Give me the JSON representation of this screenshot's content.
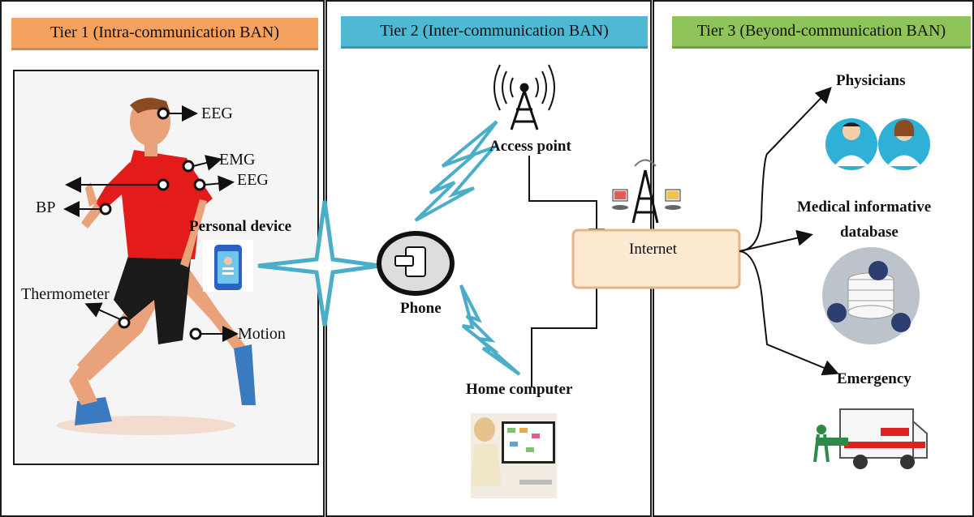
{
  "tiers": {
    "tier1": "Tier 1 (Intra-communication BAN)",
    "tier2": "Tier 2 (Inter-communication BAN)",
    "tier3": "Tier 3 (Beyond-communication BAN)"
  },
  "tier1_labels": {
    "eeg_head": "EEG",
    "emg": "EMG",
    "eeg_shoulder": "EEG",
    "bp": "BP",
    "thermometer": "Thermometer",
    "motion": "Motion",
    "personal_device": "Personal device"
  },
  "tier2_labels": {
    "access_point": "Access point",
    "phone": "Phone",
    "home_computer": "Home computer",
    "internet": "Internet"
  },
  "tier3_labels": {
    "physicians": "Physicians",
    "database_line1": "Medical informative",
    "database_line2": "database",
    "emergency": "Emergency"
  },
  "colors": {
    "tier1": "#f4a25e",
    "tier2": "#4fb8d3",
    "tier3": "#8fc45a",
    "signal": "#4aaec8",
    "shirt": "#e41b1b",
    "skin": "#e9a27a",
    "shoe": "#3a7bc0"
  }
}
